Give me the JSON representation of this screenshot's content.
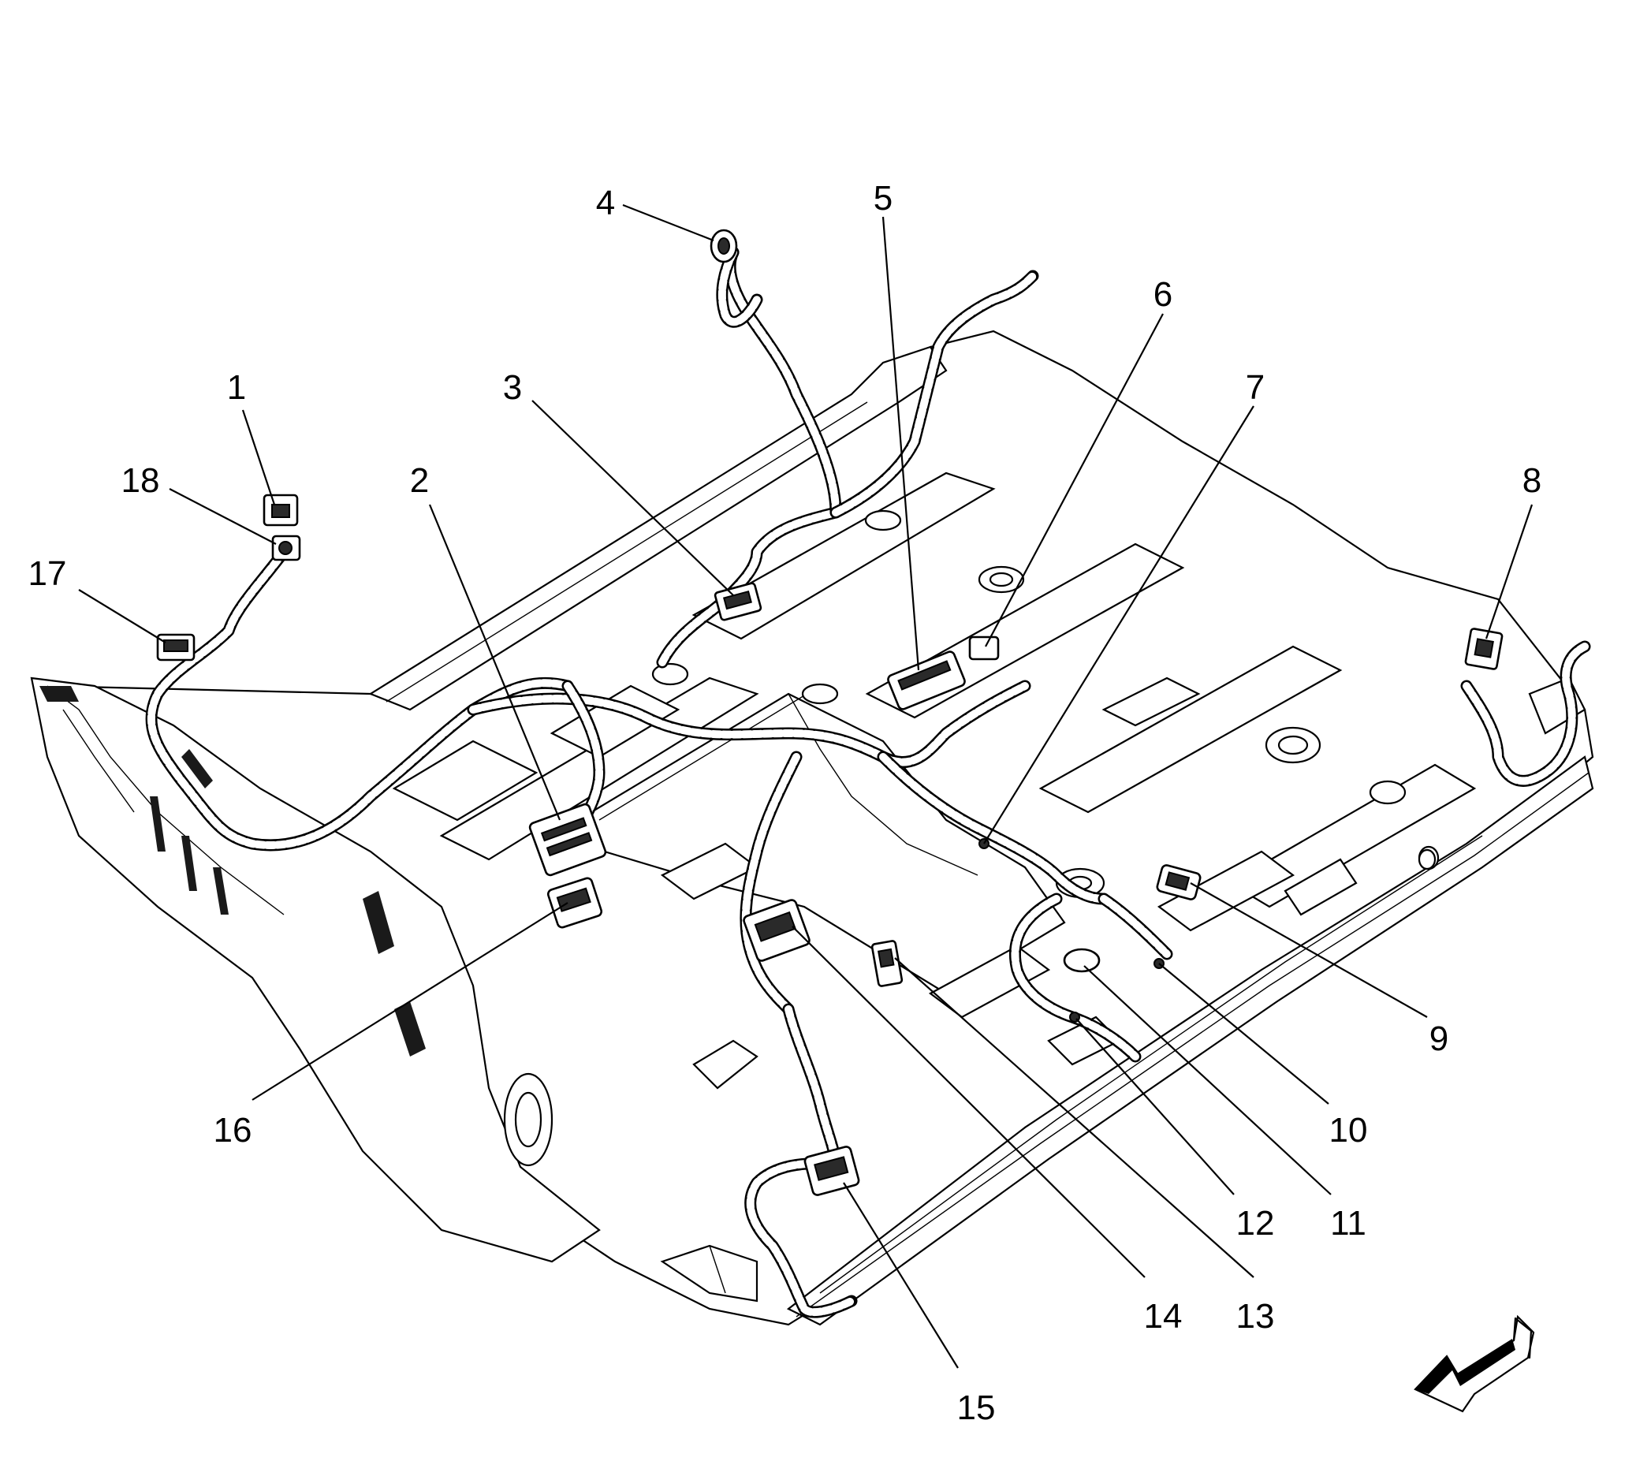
{
  "diagram": {
    "callouts": [
      {
        "id": "1",
        "label": "1"
      },
      {
        "id": "2",
        "label": "2"
      },
      {
        "id": "3",
        "label": "3"
      },
      {
        "id": "4",
        "label": "4"
      },
      {
        "id": "5",
        "label": "5"
      },
      {
        "id": "6",
        "label": "6"
      },
      {
        "id": "7",
        "label": "7"
      },
      {
        "id": "8",
        "label": "8"
      },
      {
        "id": "9",
        "label": "9"
      },
      {
        "id": "10",
        "label": "10"
      },
      {
        "id": "11",
        "label": "11"
      },
      {
        "id": "12",
        "label": "12"
      },
      {
        "id": "13",
        "label": "13"
      },
      {
        "id": "14",
        "label": "14"
      },
      {
        "id": "15",
        "label": "15"
      },
      {
        "id": "16",
        "label": "16"
      },
      {
        "id": "17",
        "label": "17"
      },
      {
        "id": "18",
        "label": "18"
      }
    ],
    "direction_arrow": "front-arrow-icon"
  }
}
